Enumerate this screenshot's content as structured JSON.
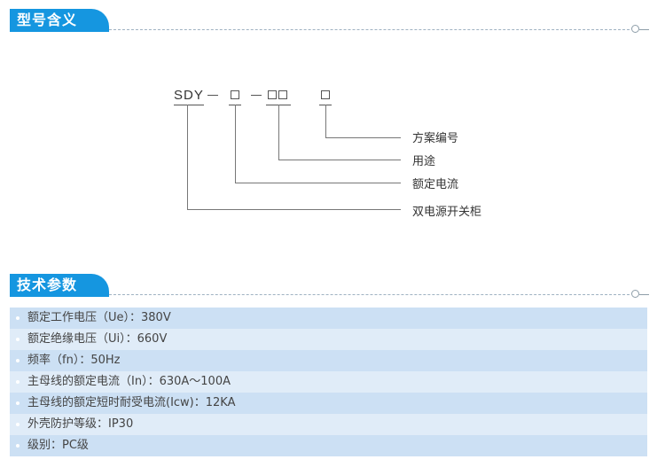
{
  "sections": {
    "model_meaning": {
      "title": "型号含义"
    },
    "tech_params": {
      "title": "技术参数"
    }
  },
  "diagram": {
    "prefix": "SDY",
    "separator": "—",
    "labels": [
      "方案编号",
      "用途",
      "额定电流",
      "双电源开关柜"
    ]
  },
  "params": [
    "额定工作电压（Ue）：380V",
    "额定绝缘电压（Ui）：660V",
    "频率（fn）：50Hz",
    "主母线的额定电流（In）：630A～100A",
    "主母线的额定短时耐受电流(Icw)：12KA",
    "外壳防护等级：IP30",
    "级别：PC级"
  ]
}
